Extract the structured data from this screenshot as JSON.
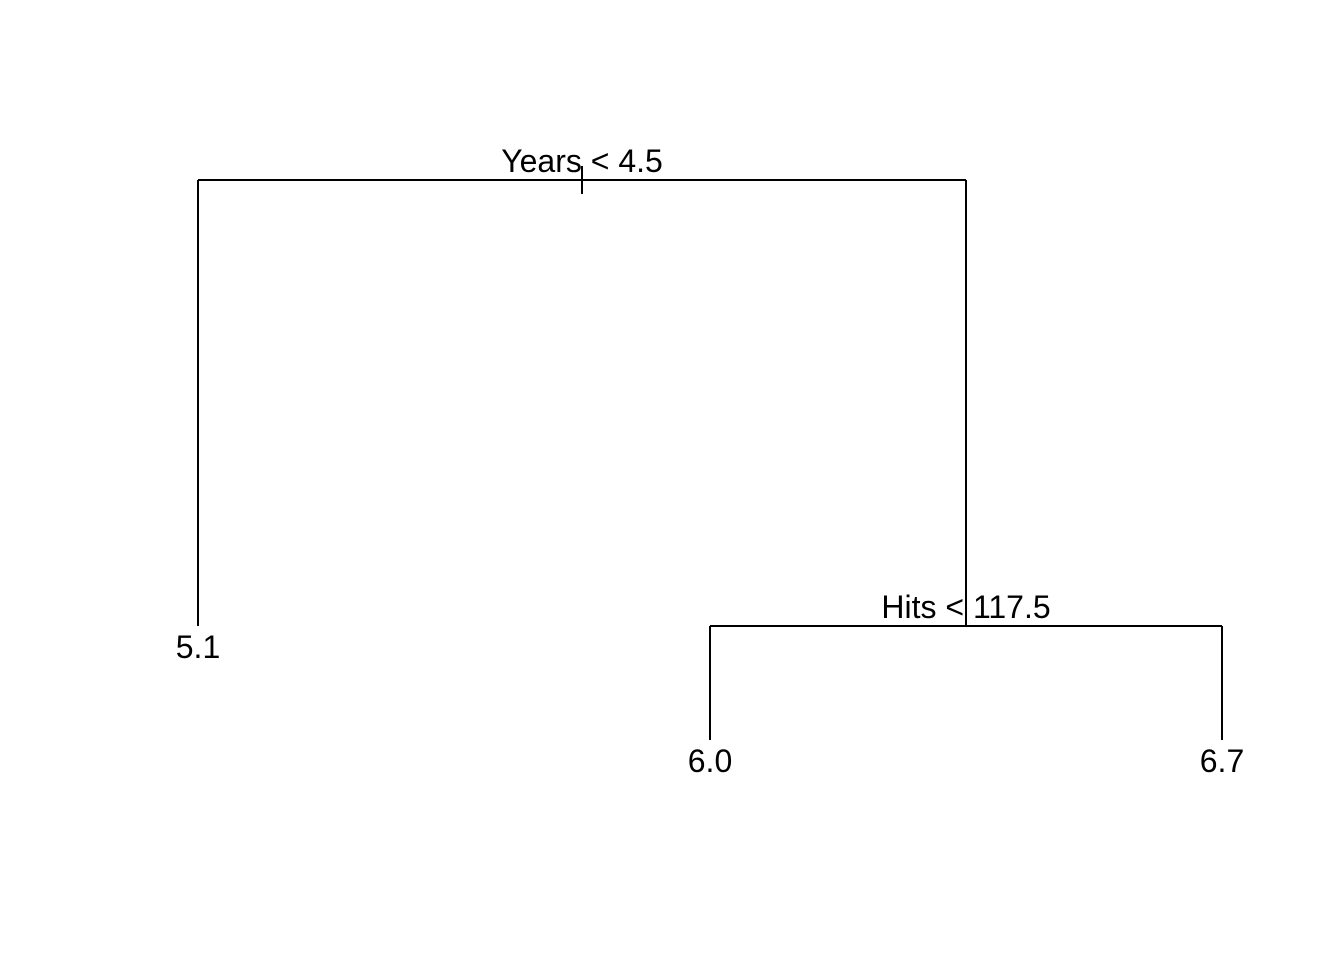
{
  "tree": {
    "root": {
      "split_label": "Years < 4.5",
      "left": {
        "leaf_label": "5.1"
      },
      "right": {
        "split_label": "Hits < 117.5",
        "left": {
          "leaf_label": "6.0"
        },
        "right": {
          "leaf_label": "6.7"
        }
      }
    }
  }
}
